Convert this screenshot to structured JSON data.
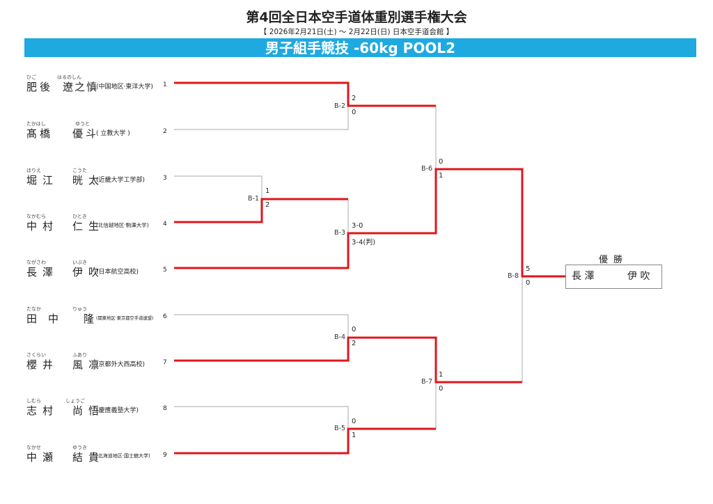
{
  "header": {
    "title": "第4回全日本空手道体重別選手権大会",
    "subtitle": "【 2026年2月21日(土) ～ 2月22日(日)  日本空手道会館 】",
    "banner": "男子組手競技 -60kg POOL2"
  },
  "players": [
    {
      "no": "1",
      "furi_family": "ひご",
      "furi_given": "はるのしん",
      "family": "肥後",
      "given": "遼之慎",
      "aff": "(中国地区·東洋大学)"
    },
    {
      "no": "2",
      "furi_family": "たかはし",
      "furi_given": "ゆうと",
      "family": "髙橋",
      "given": "優斗",
      "aff": "(   立教大学   )"
    },
    {
      "no": "3",
      "furi_family": "ほりえ",
      "furi_given": "こうた",
      "family": "堀江",
      "given": "晄太",
      "aff": "(近畿大学工学部)"
    },
    {
      "no": "4",
      "furi_family": "なかむら",
      "furi_given": "ひとき",
      "family": "中村",
      "given": "仁生",
      "aff": "(北信越地区·駒澤大学)"
    },
    {
      "no": "5",
      "furi_family": "ながさわ",
      "furi_given": "いぶき",
      "family": "長澤",
      "given": "伊吹",
      "aff": "(日本航空高校)"
    },
    {
      "no": "6",
      "furi_family": "たなか",
      "furi_given": "りゅう",
      "family": "田中",
      "given": "隆",
      "aff": "(関東地区·東京都空手道連盟)"
    },
    {
      "no": "7",
      "furi_family": "さくらい",
      "furi_given": "ふあり",
      "family": "櫻井",
      "given": "風凛",
      "aff": "(京都外大西高校)"
    },
    {
      "no": "8",
      "furi_family": "しむら",
      "furi_given": "しょうご",
      "family": "志村",
      "given": "尚悟",
      "aff": "(慶應義塾大学)"
    },
    {
      "no": "9",
      "furi_family": "なかせ",
      "furi_given": "ゆうき",
      "family": "中瀬",
      "given": "結貴",
      "aff": "(北海道地区·国士舘大学)"
    }
  ],
  "bouts": [
    {
      "id": "B-1",
      "top": "1",
      "bottom": "2"
    },
    {
      "id": "B-2",
      "top": "2",
      "bottom": "0"
    },
    {
      "id": "B-3",
      "top": "3-0",
      "bottom": "3-4(判)"
    },
    {
      "id": "B-4",
      "top": "0",
      "bottom": "2"
    },
    {
      "id": "B-5",
      "top": "0",
      "bottom": "1"
    },
    {
      "id": "B-6",
      "top": "0",
      "bottom": "1"
    },
    {
      "id": "B-7",
      "top": "1",
      "bottom": "0"
    },
    {
      "id": "B-8",
      "top": "5",
      "bottom": "0"
    }
  ],
  "champion": {
    "label": "優勝",
    "family": "長 澤",
    "given": "伊 吹"
  },
  "colors": {
    "win": "#e0151b",
    "line": "#999999",
    "banner": "#1fa9e1"
  }
}
